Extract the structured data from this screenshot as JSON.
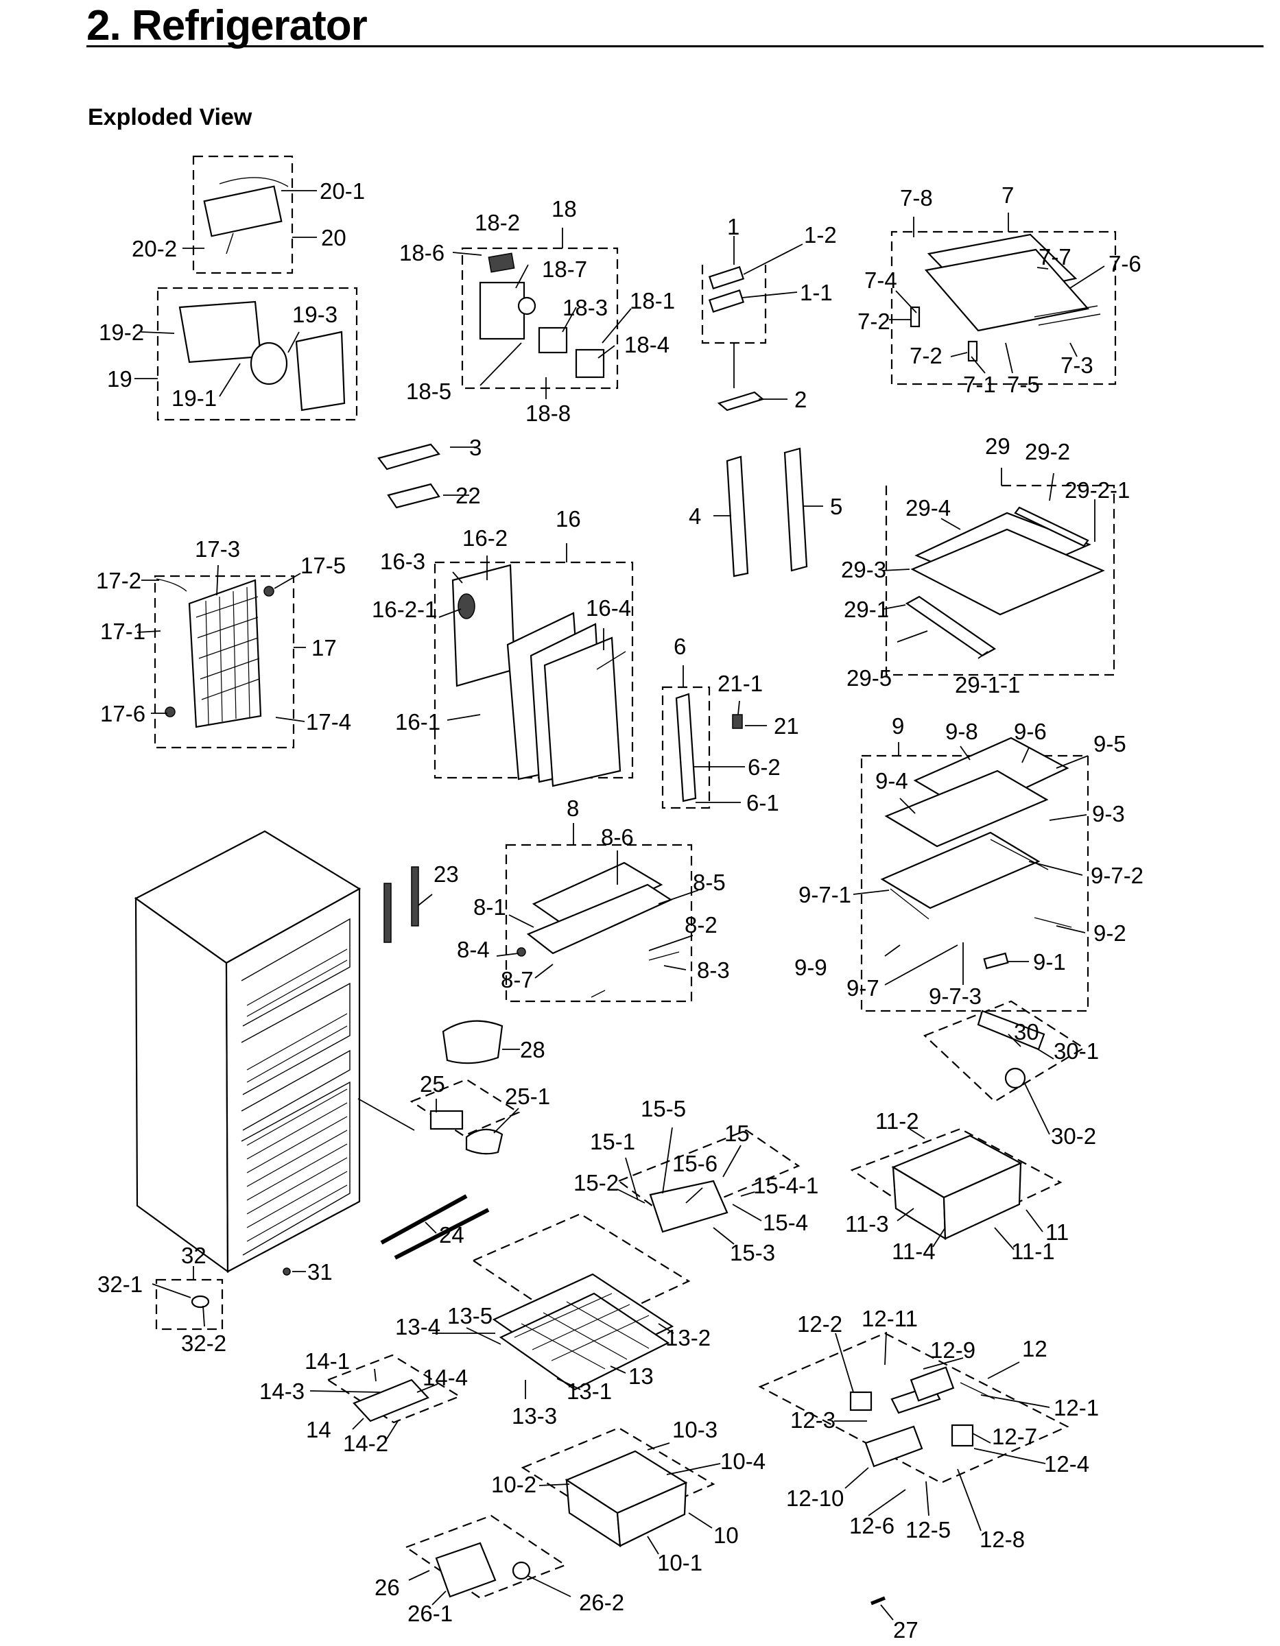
{
  "page": {
    "title": "2.  Refrigerator",
    "subtitle": "Exploded View"
  },
  "callouts": [
    "20-1",
    "20",
    "20-2",
    "19-2",
    "19-3",
    "19",
    "19-1",
    "18-2",
    "18",
    "18-7",
    "18-6",
    "18-3",
    "18-1",
    "18-4",
    "18-5",
    "18-8",
    "1",
    "1-2",
    "1-1",
    "2",
    "7-8",
    "7",
    "7-7",
    "7-6",
    "7-4",
    "7-2",
    "7-2",
    "7-3",
    "7-1",
    "7-5",
    "3",
    "22",
    "4",
    "5",
    "16",
    "16-2",
    "16-3",
    "16-2-1",
    "16-4",
    "16-1",
    "17-3",
    "17-2",
    "17-5",
    "17-1",
    "17",
    "17-6",
    "17-4",
    "29",
    "29-2",
    "29-2-1",
    "29-4",
    "29-3",
    "29-1",
    "29-5",
    "29-1-1",
    "6",
    "21-1",
    "21",
    "6-2",
    "6-1",
    "9",
    "9-8",
    "9-6",
    "9-5",
    "9-4",
    "9-3",
    "9-7-2",
    "9-7-1",
    "9-2",
    "9-9",
    "9-1",
    "9-7",
    "9-7-3",
    "8",
    "8-6",
    "8-5",
    "8-1",
    "8-2",
    "8-4",
    "8-3",
    "8-7",
    "23",
    "28",
    "25",
    "25-1",
    "30",
    "30-1",
    "30-2",
    "15-5",
    "15",
    "15-1",
    "15-6",
    "15-2",
    "15-4-1",
    "15-4",
    "15-3",
    "11-2",
    "11-3",
    "11",
    "11-4",
    "11-1",
    "24",
    "31",
    "32",
    "32-1",
    "32-2",
    "13-4",
    "13-5",
    "13-2",
    "13",
    "13-1",
    "13-3",
    "14-1",
    "14-3",
    "14-4",
    "14",
    "14-2",
    "12-2",
    "12-11",
    "12-9",
    "12",
    "12-1",
    "12-3",
    "12-7",
    "12-4",
    "12-10",
    "12-6",
    "12-5",
    "12-8",
    "10-3",
    "10-4",
    "10-2",
    "10",
    "10-1",
    "26",
    "26-1",
    "26-2",
    "27"
  ]
}
